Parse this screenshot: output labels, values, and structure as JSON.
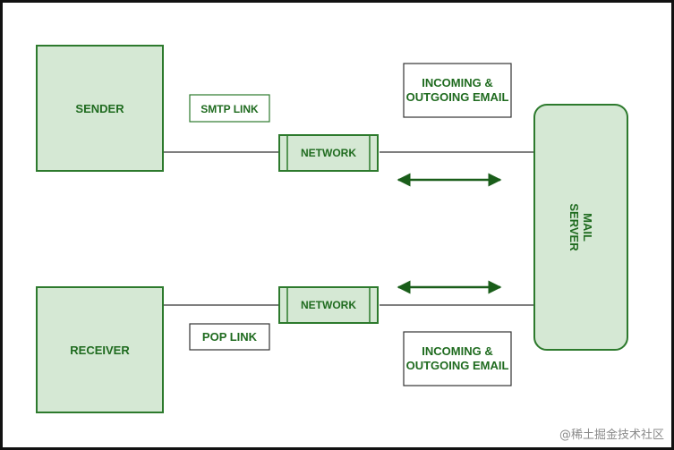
{
  "colors": {
    "node_fill": "#d5e8d4",
    "node_stroke": "#2d7a2d",
    "text": "#1f6b1f",
    "arrow": "#1a5e1a",
    "line": "#333333"
  },
  "nodes": {
    "sender": "SENDER",
    "receiver": "RECEIVER",
    "mail_server_lines": [
      "MAIL",
      "SERVER"
    ],
    "network_top": "NETWORK",
    "network_bottom": "NETWORK"
  },
  "labels": {
    "smtp_link": "SMTP LINK",
    "pop_link": "POP LINK",
    "incoming_top_lines": [
      "INCOMING &",
      "OUTGOING EMAIL"
    ],
    "incoming_bottom_lines": [
      "INCOMING &",
      "OUTGOING EMAIL"
    ]
  },
  "watermark": "@稀土掘金技术社区"
}
